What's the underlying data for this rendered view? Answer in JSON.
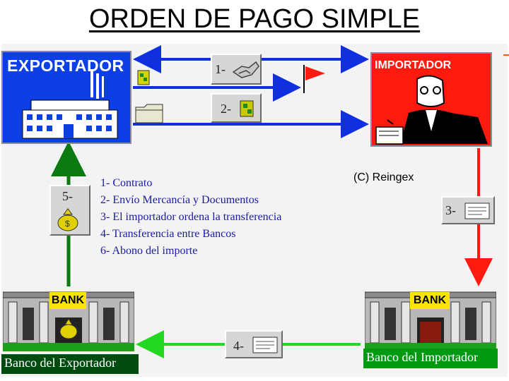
{
  "title": "ORDEN DE PAGO SIMPLE",
  "exporter": {
    "label": "EXPORTADOR"
  },
  "importer": {
    "label": "IMPORTADOR"
  },
  "steps": {
    "step1": "1-",
    "step2": "2-",
    "step3": "3-",
    "step4": "4-",
    "step5": "5-"
  },
  "legend": [
    "1- Contrato",
    "2- Envío Mercancía y Documentos",
    "3- El importador ordena la transferencia",
    "4- Transferencia entre Bancos",
    "6- Abono del importe"
  ],
  "copyright": "(C) Reingex",
  "banks": {
    "exporter_label": "Banco del Exportador",
    "importer_label": "Banco del Importador",
    "sign_text": "BANK"
  },
  "colors": {
    "arrow_blue": "#1030e0",
    "arrow_red": "#ff1a10",
    "arrow_green_dark": "#0a7a10",
    "arrow_green_light": "#22d822",
    "exporter_bg": "#0c3fe6",
    "importer_bg": "#ff1a10"
  },
  "icons": {
    "step1": "handshake-icon",
    "step2": "package-icon",
    "step3": "document-icon",
    "step4": "document-icon",
    "step5": "money-bag-icon",
    "flag": "red-flag-icon",
    "folder": "folder-icon"
  }
}
